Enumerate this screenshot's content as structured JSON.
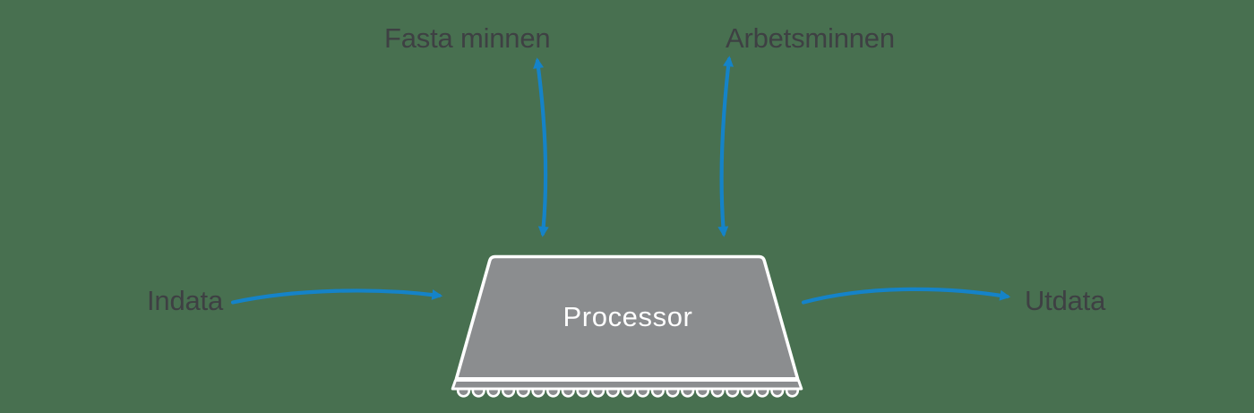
{
  "colors": {
    "background": "#487050",
    "label-text": "#3e4043",
    "arrow-blue": "#1583c8",
    "chip-fill": "#8b8d8f",
    "chip-outline": "#ffffff",
    "chip-label-text": "#ffffff"
  },
  "diagram": {
    "type": "processor-io-block-diagram",
    "processor": {
      "label": "Processor"
    },
    "labels": {
      "fasta_minnen": "Fasta minnen",
      "arbetsminnen": "Arbetsminnen",
      "indata": "Indata",
      "utdata": "Utdata"
    },
    "edges": [
      {
        "from": "Processor",
        "to": "Fasta minnen",
        "arrow": "double-headed",
        "shape": "curved vertical"
      },
      {
        "from": "Processor",
        "to": "Arbetsminnen",
        "arrow": "double-headed",
        "shape": "curved vertical"
      },
      {
        "from": "Indata",
        "to": "Processor",
        "arrow": "single-headed",
        "shape": "curved horizontal"
      },
      {
        "from": "Processor",
        "to": "Utdata",
        "arrow": "single-headed",
        "shape": "curved horizontal"
      }
    ]
  }
}
